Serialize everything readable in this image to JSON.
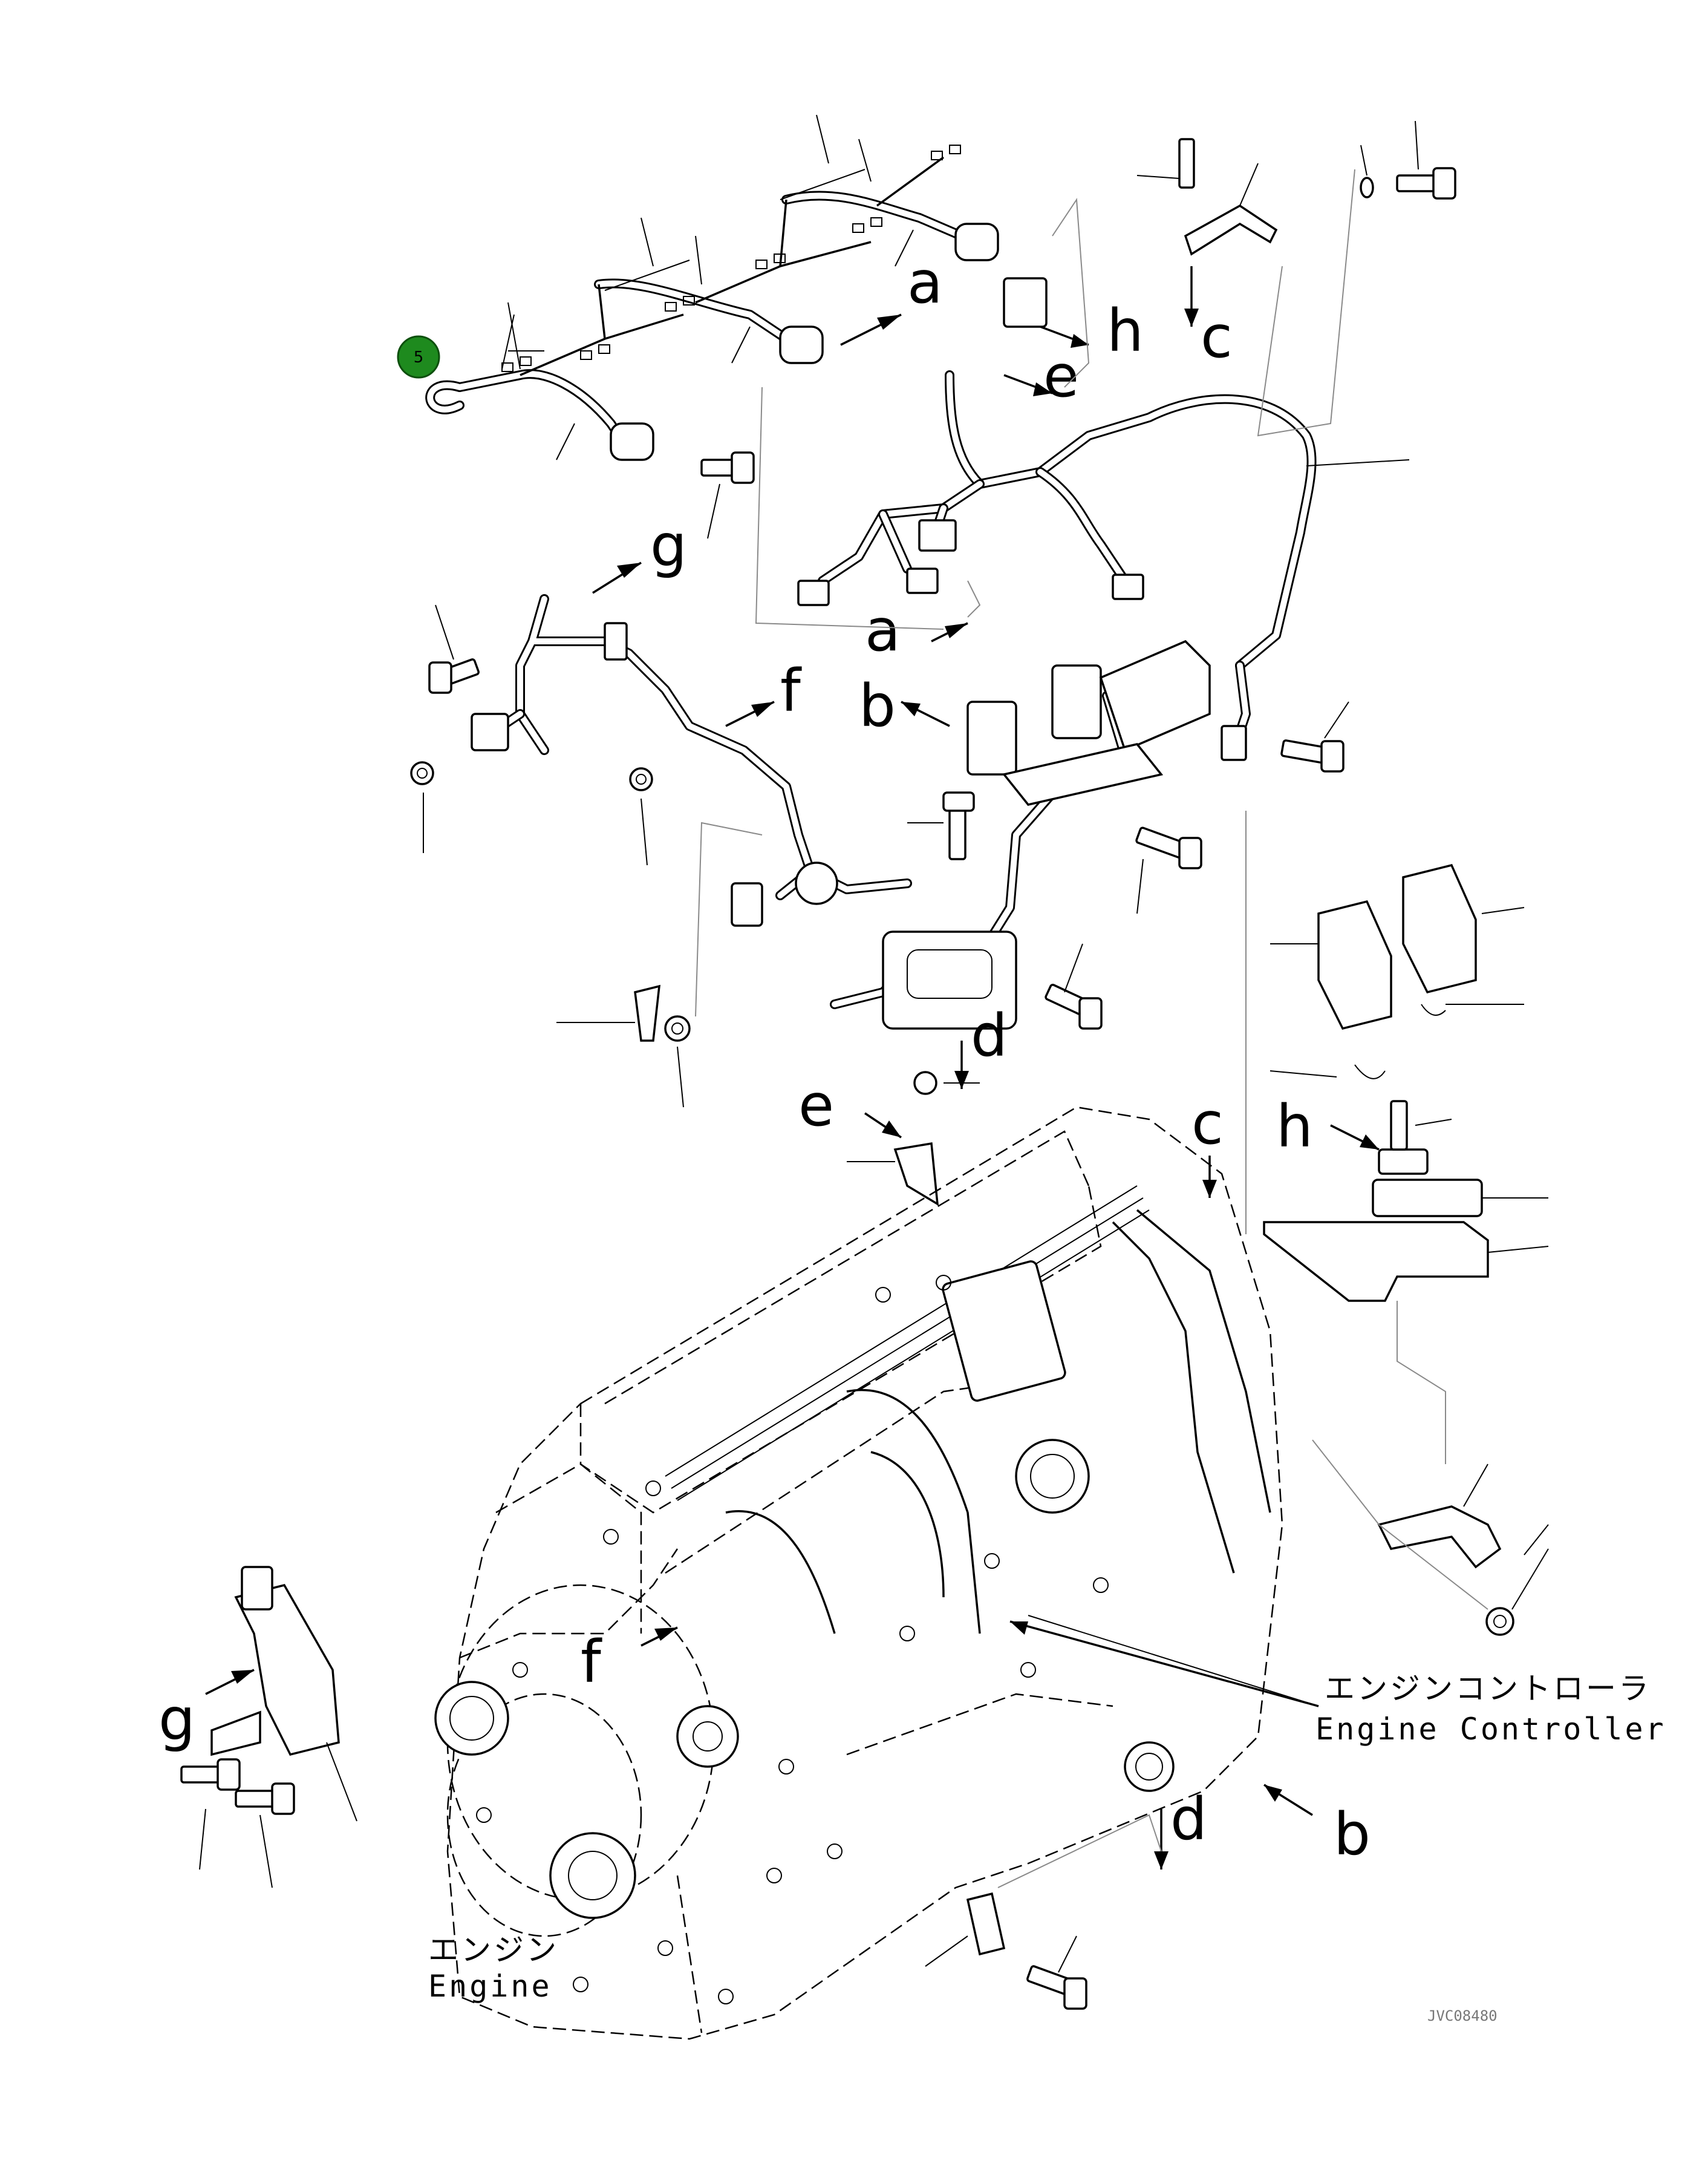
{
  "badge": {
    "number": "5",
    "color": "#1e8a1e"
  },
  "labels": {
    "a_top": "a",
    "a_mid": "a",
    "b_top": "b",
    "b_bottom": "b",
    "c_top": "c",
    "c_right": "c",
    "d_top": "d",
    "d_bottom": "d",
    "e_top": "e",
    "e_left": "e",
    "f_top": "f",
    "f_left": "f",
    "g_top": "g",
    "g_left": "g",
    "h_top": "h",
    "h_right": "h"
  },
  "captions": {
    "controller_jp": "エンジンコントローラ",
    "controller_en": "Engine Controller",
    "engine_jp": "エンジン",
    "engine_en": "Engine"
  },
  "drawing_code": "JVC08480"
}
